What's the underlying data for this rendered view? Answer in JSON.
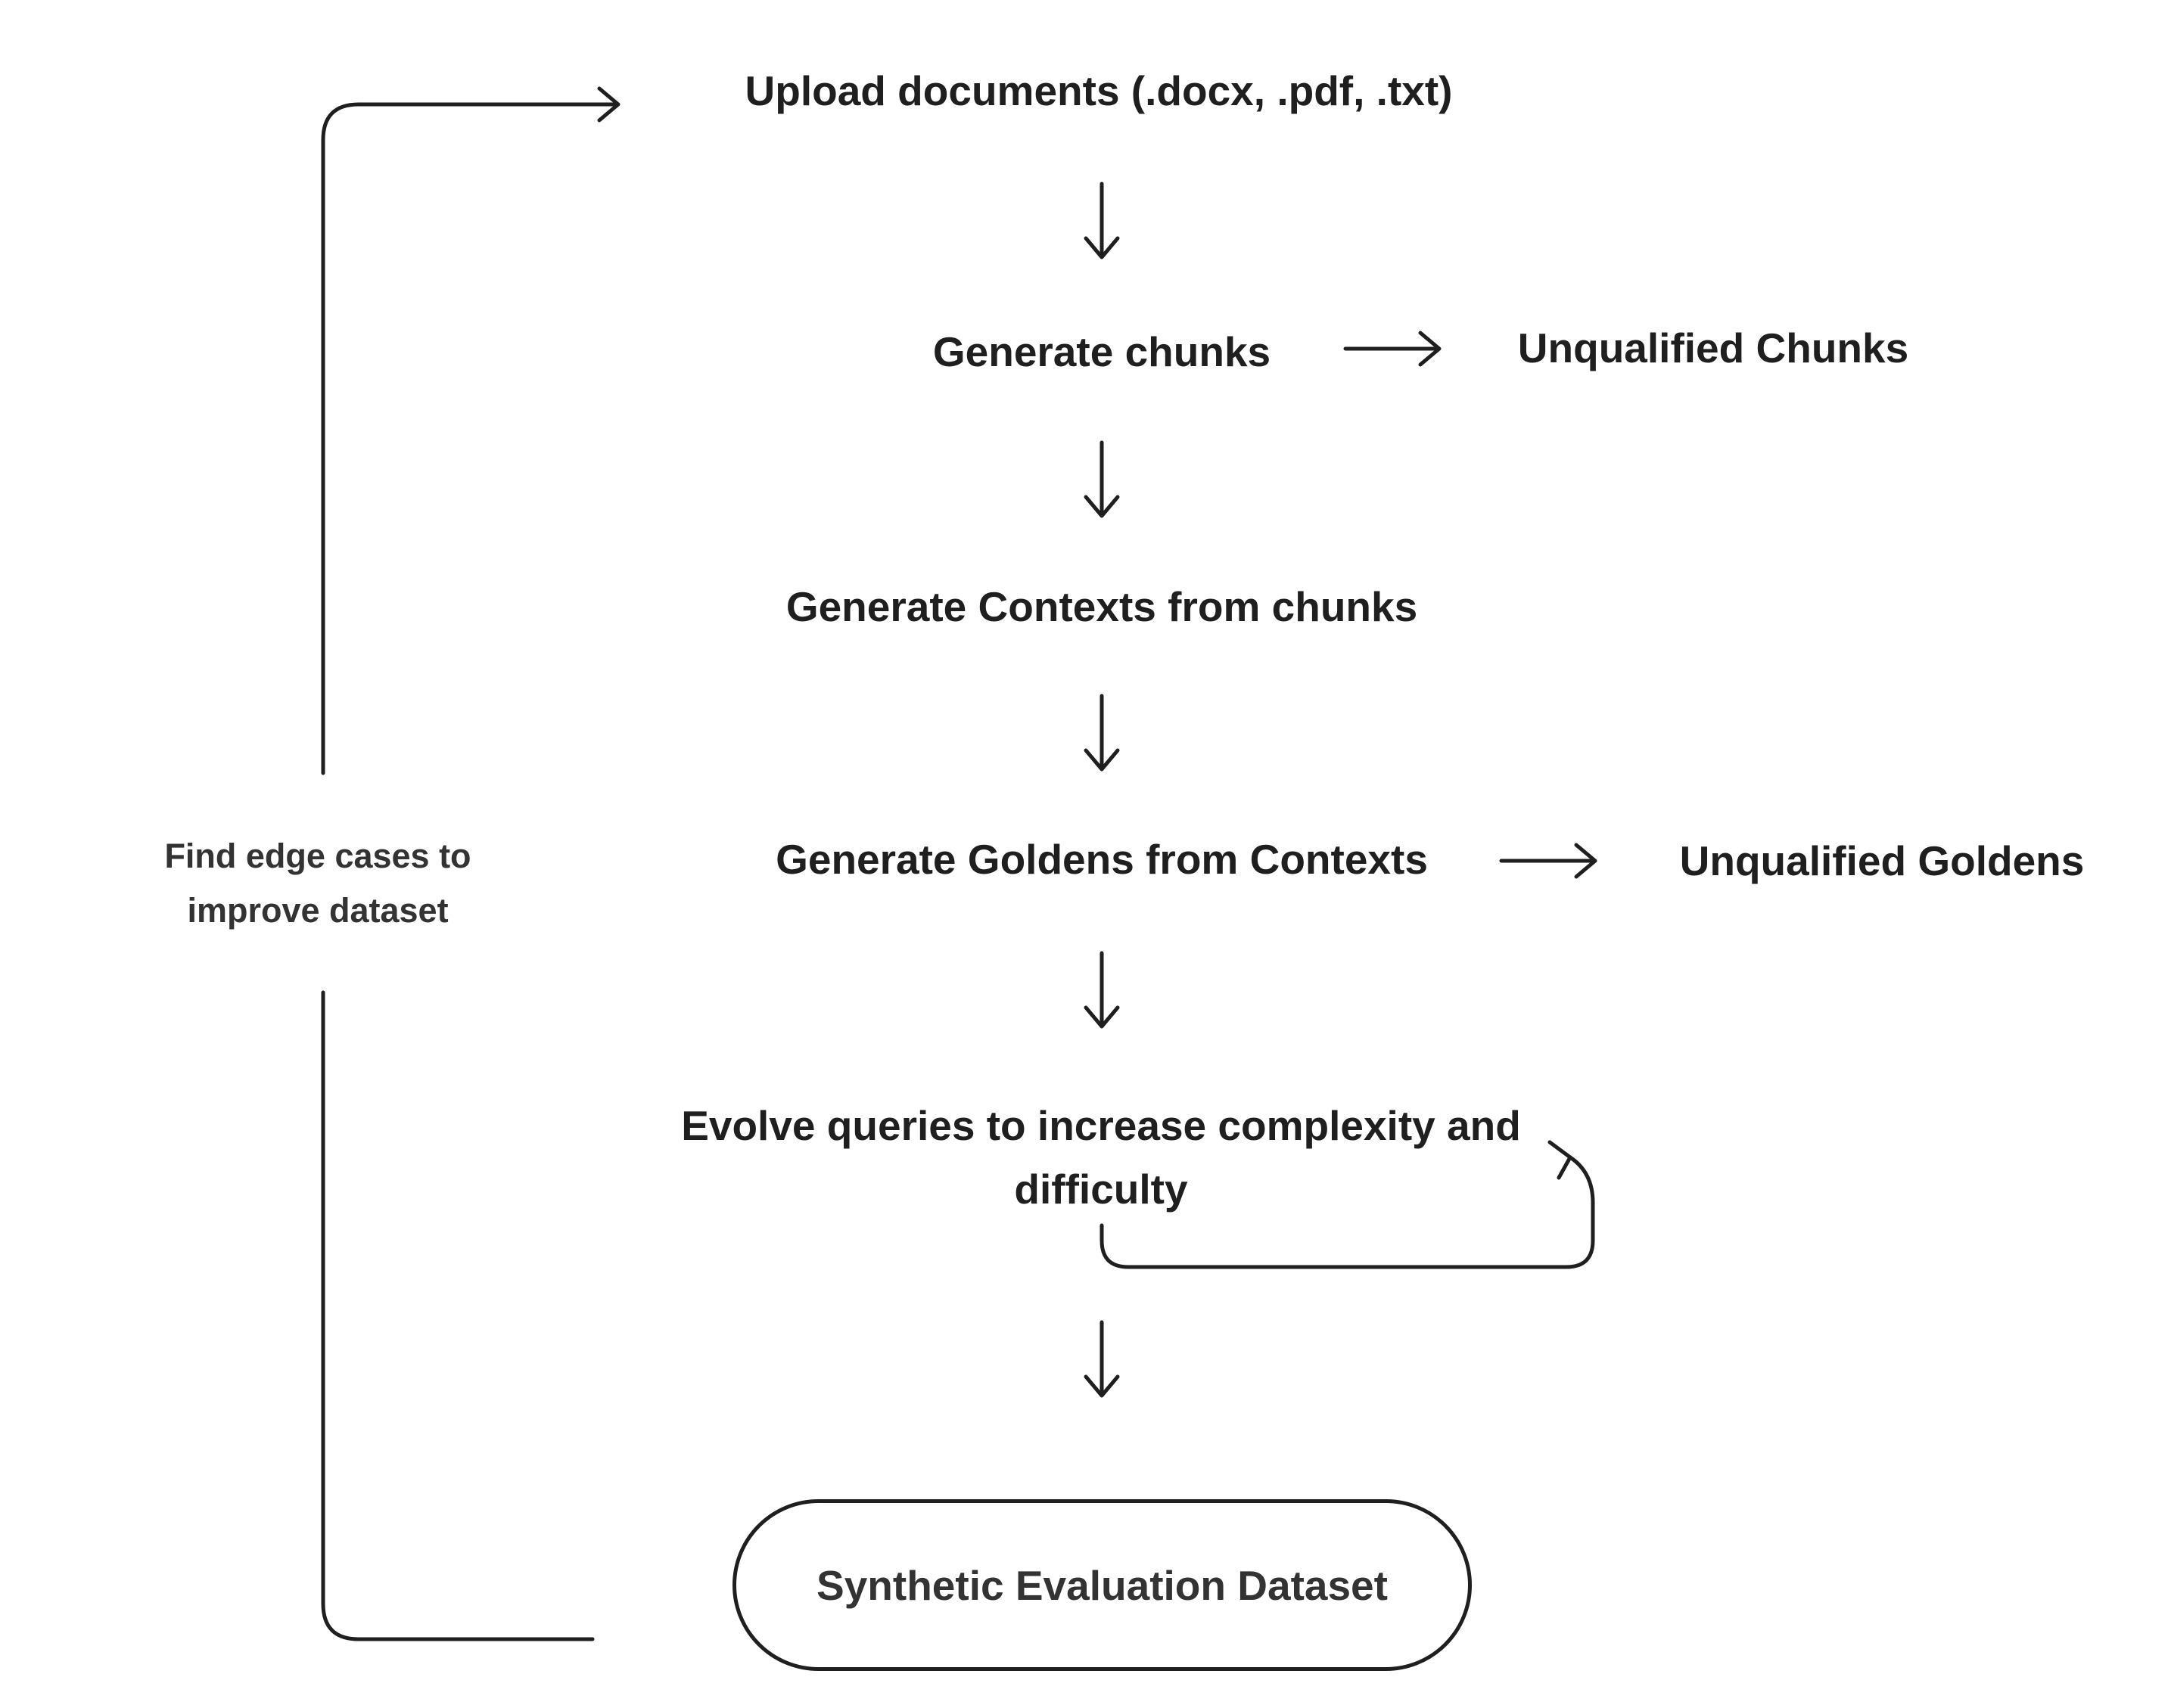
{
  "flow": {
    "upload": "Upload documents  (.docx, .pdf, .txt)",
    "chunks": "Generate chunks",
    "contexts": "Generate Contexts from chunks",
    "goldens": "Generate Goldens from Contexts",
    "evolve": "Evolve queries to increase complexity and difficulty",
    "dataset": "Synthetic Evaluation Dataset"
  },
  "side_outputs": {
    "unqualified_chunks": "Unqualified Chunks",
    "unqualified_goldens": "Unqualified Goldens"
  },
  "feedback_loop": {
    "label_line1": "Find edge cases to",
    "label_line2": "improve dataset"
  }
}
